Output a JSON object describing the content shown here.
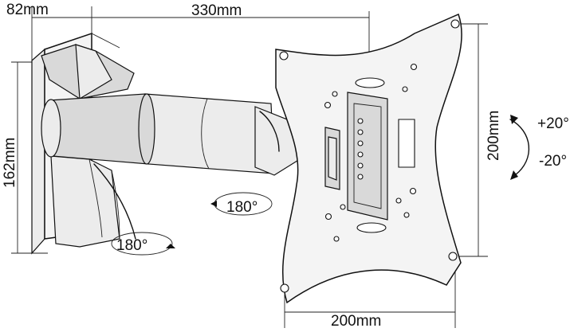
{
  "dimensions": {
    "depth": "82mm",
    "arm_length": "330mm",
    "wall_plate_height": "162mm",
    "vesa_vertical": "200mm",
    "vesa_horizontal": "200mm"
  },
  "rotations": {
    "arm_swivel": "180°",
    "wall_swivel": "180°"
  },
  "tilt": {
    "up": "+20°",
    "down": "-20°"
  }
}
